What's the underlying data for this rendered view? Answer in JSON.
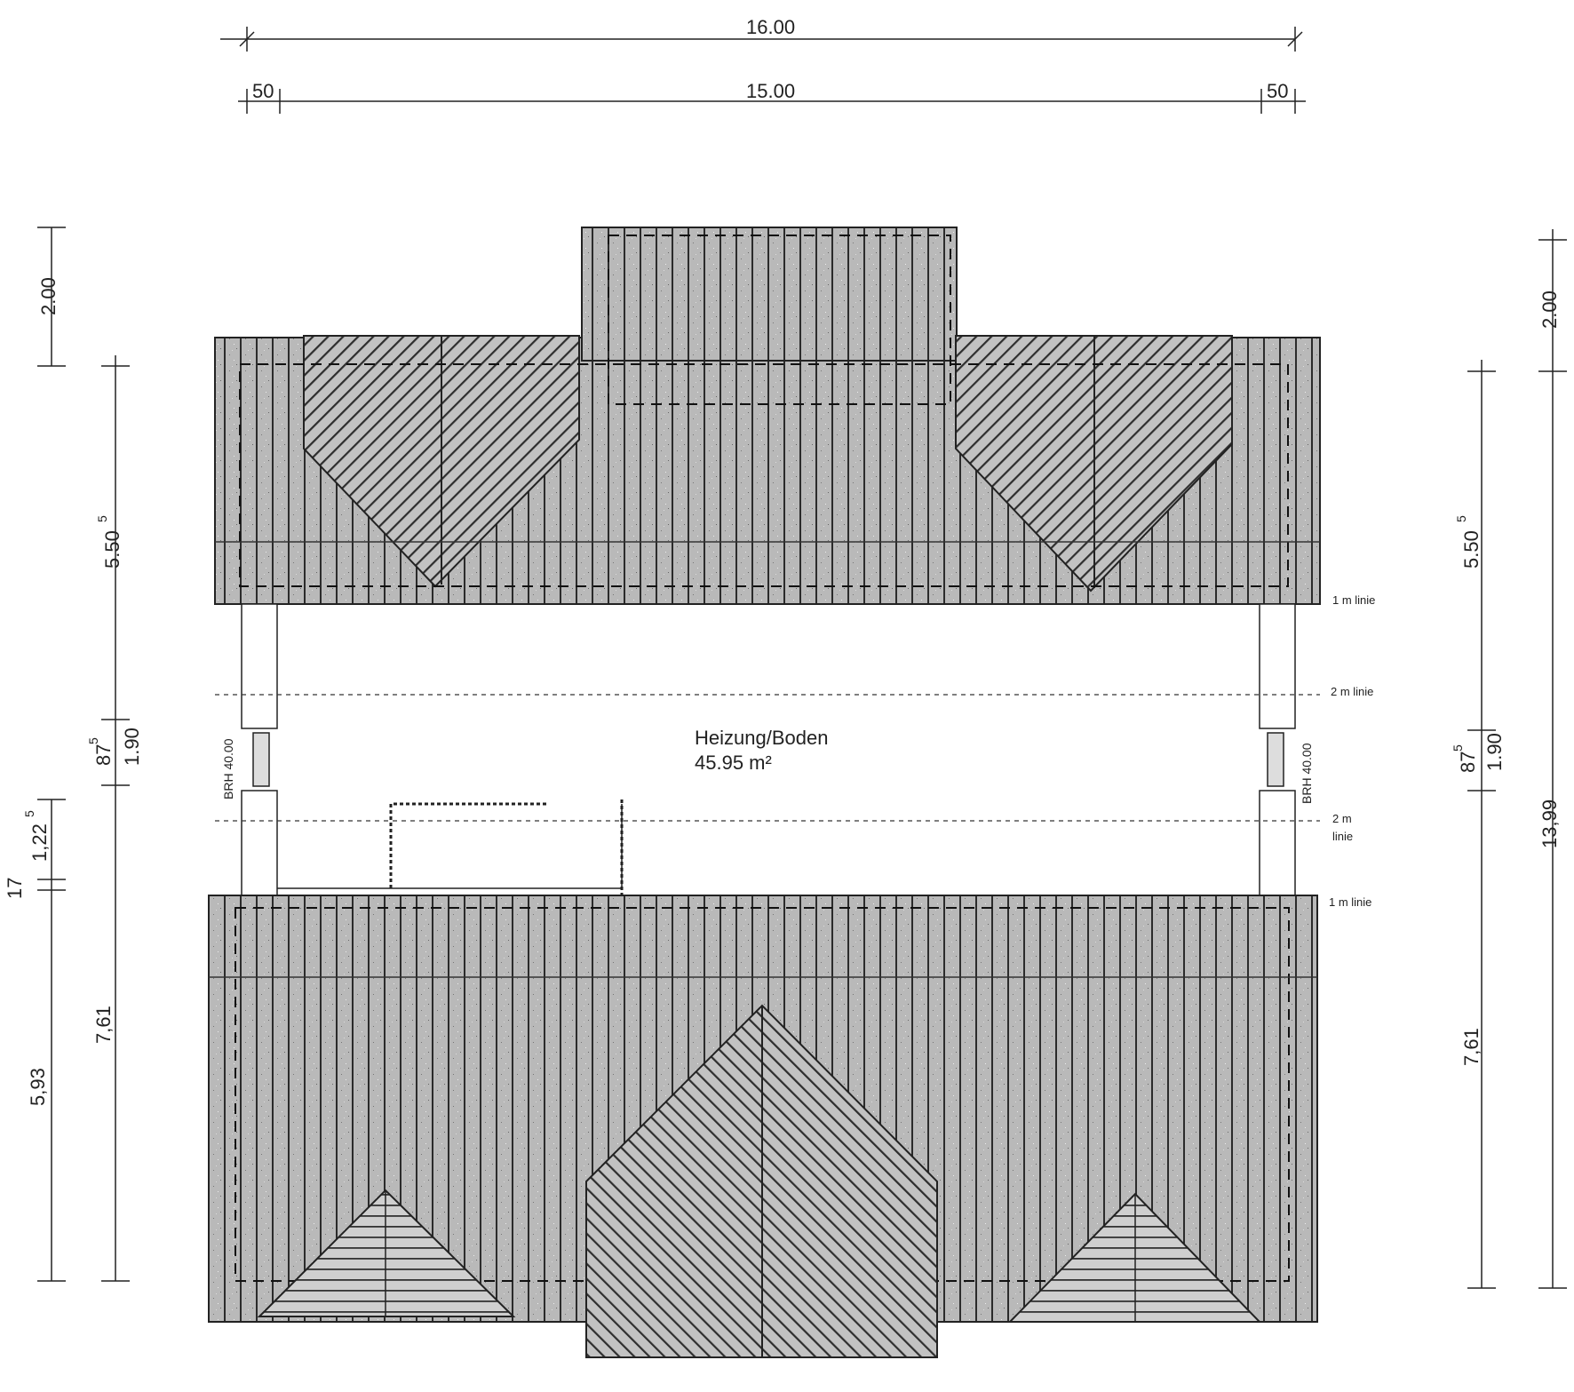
{
  "top_dims": {
    "overall": "16.00",
    "inner": "15.00",
    "left_overhang": "50",
    "right_overhang": "50"
  },
  "left_dims": {
    "d200": "2.00",
    "d5505": "5.50",
    "d5505_sup": "5",
    "d875": "87",
    "d875_sup": "5",
    "d190": "1.90",
    "d1225": "1,22",
    "d1225_sup": "5",
    "d17": "17",
    "d593": "5,93",
    "d761": "7,61"
  },
  "right_dims": {
    "d200": "2.00",
    "d5505": "5.50",
    "d5505_sup": "5",
    "d875": "87",
    "d875_sup": "5",
    "d190": "1.90",
    "d761": "7,61",
    "d1399": "13,99"
  },
  "room": {
    "name": "Heizung/Boden",
    "area": "45.95 m²"
  },
  "brh": {
    "left": "BRH 40.00",
    "right": "BRH 40.00"
  },
  "height_lines": {
    "upper_1m": "1 m linie",
    "upper_2m": "2 m linie",
    "lower_2m_a": "2 m",
    "lower_2m_b": "linie",
    "lower_1m": "1 m linie"
  }
}
